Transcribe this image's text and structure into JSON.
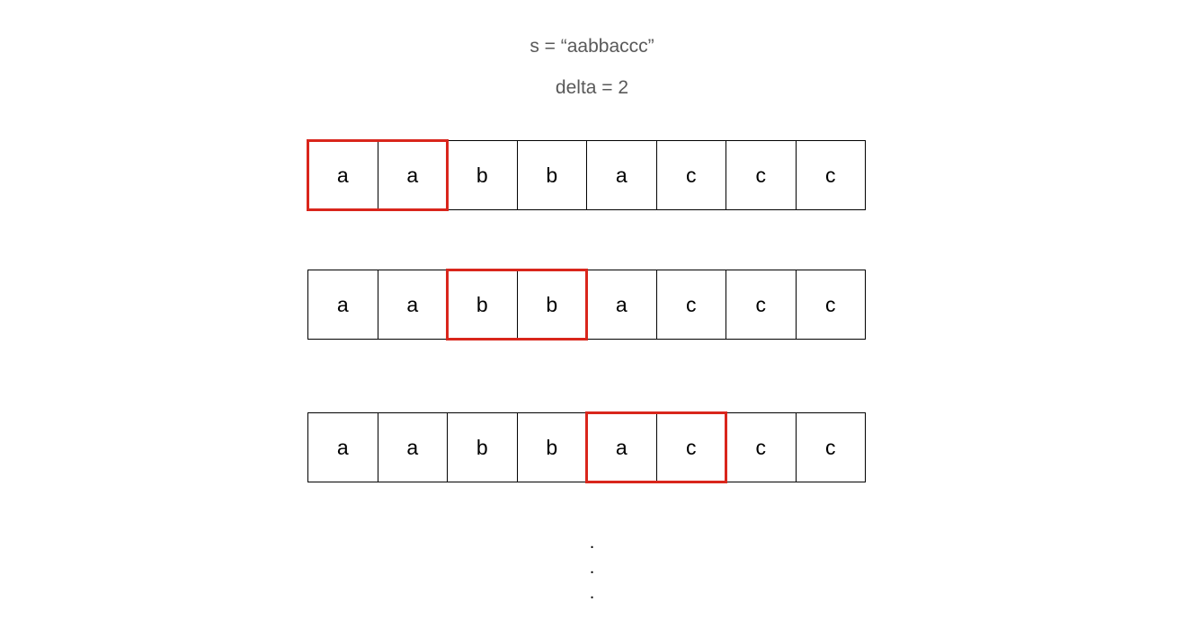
{
  "header": {
    "string_label": "s = “aabbaccc”",
    "delta_label": "delta = 2"
  },
  "colors": {
    "window_border": "#d9261c",
    "cell_border": "#000000",
    "header_text": "#595959"
  },
  "rows": [
    {
      "cells": [
        "a",
        "a",
        "b",
        "b",
        "a",
        "c",
        "c",
        "c"
      ],
      "window_start": 0,
      "window_size": 2
    },
    {
      "cells": [
        "a",
        "a",
        "b",
        "b",
        "a",
        "c",
        "c",
        "c"
      ],
      "window_start": 2,
      "window_size": 2
    },
    {
      "cells": [
        "a",
        "a",
        "b",
        "b",
        "a",
        "c",
        "c",
        "c"
      ],
      "window_start": 4,
      "window_size": 2
    }
  ],
  "continuation": [
    ".",
    ".",
    "."
  ]
}
